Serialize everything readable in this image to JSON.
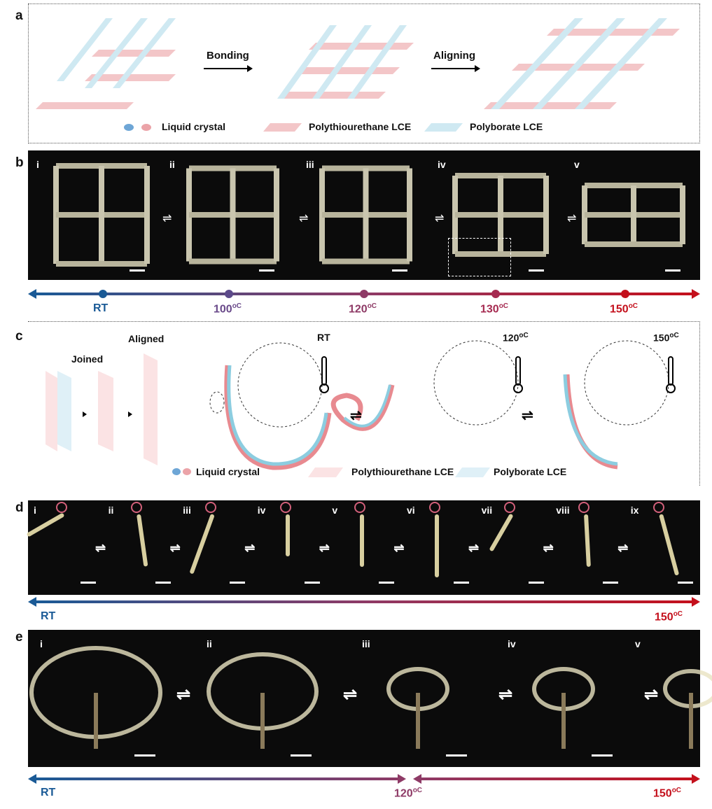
{
  "panel_labels": [
    "a",
    "b",
    "c",
    "d",
    "e"
  ],
  "panel_a": {
    "step1": "Bonding",
    "step2": "Aligning",
    "legend": {
      "liquid_crystal": "Liquid crystal",
      "polythiourethane": "Polythiourethane LCE",
      "polyborate": "Polyborate LCE"
    }
  },
  "panel_b": {
    "frames": [
      "i",
      "ii",
      "iii",
      "iv",
      "v"
    ],
    "temps": [
      "RT",
      "100",
      "120",
      "130",
      "150"
    ],
    "unit": "oC"
  },
  "panel_c": {
    "joined": "Joined",
    "aligned": "Aligned",
    "temps": [
      "RT",
      "120",
      "150"
    ],
    "unit": "oC",
    "legend": {
      "liquid_crystal": "Liquid crystal",
      "polythiourethane": "Polythiourethane LCE",
      "polyborate": "Polyborate LCE"
    }
  },
  "panel_d": {
    "frames": [
      "i",
      "ii",
      "iii",
      "iv",
      "v",
      "vi",
      "vii",
      "viii",
      "ix"
    ],
    "start": "RT",
    "end": "150",
    "unit": "oC"
  },
  "panel_e": {
    "frames": [
      "i",
      "ii",
      "iii",
      "iv",
      "v"
    ],
    "start": "RT",
    "mid": "120",
    "end": "150",
    "unit": "oC"
  },
  "colors": {
    "blue": "#1a5a96",
    "purple": "#6a4a8a",
    "mag": "#8e3a66",
    "red": "#c4101c",
    "pink": "#f3c6c8",
    "cyan": "#cfe9f2"
  }
}
